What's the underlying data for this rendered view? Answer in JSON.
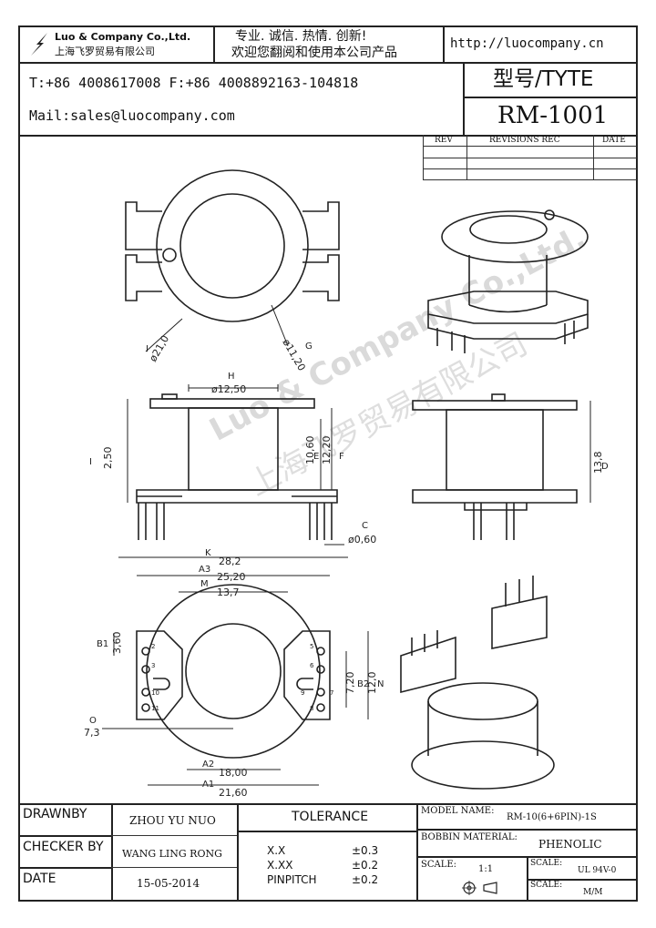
{
  "header": {
    "company_en": "Luo & Company Co.,Ltd.",
    "company_cn": "上海飞罗贸易有限公司",
    "slogan_1": "专业. 诚信.  热情.  创新!",
    "slogan_2": "欢迎您翻阅和使用本公司产品",
    "website": "http://luocompany.cn",
    "phone_fax": "T:+86 4008617008 F:+86 4008892163-104818",
    "mail": "Mail:sales@luocompany.com",
    "type_label": "型号/TYTE",
    "model_code": "RM-1001"
  },
  "revisions": {
    "headers": [
      "REV",
      "REVISIONS REC",
      "DATE"
    ]
  },
  "watermark": {
    "text_en": "Luo & Company Co.,Ltd.",
    "text_cn": "上海飞罗贸易有限公司"
  },
  "dimensions": {
    "top_outer": "ø21,0",
    "top_inner": "ø11,20",
    "top_outer_tag": "I",
    "top_inner_tag": "G",
    "side_top_width": "ø12,50",
    "side_top_width_tag": "H",
    "side_left_height": "2,50",
    "side_left_height_tag": "I",
    "side_inner_a": "10,60",
    "side_inner_a_tag": "E",
    "side_inner_b": "12,20",
    "side_inner_b_tag": "F",
    "pin_dia": "ø0,60",
    "pin_dia_tag": "C",
    "side_right_height": "13,8",
    "side_right_height_tag": "D",
    "bot_k": "28,2",
    "bot_k_tag": "K",
    "bot_a3": "25,20",
    "bot_a3_tag": "A3",
    "bot_m": "13,7",
    "bot_m_tag": "M",
    "bot_b1": "3,60",
    "bot_b1_tag": "B1",
    "bot_o": "7,3",
    "bot_o_tag": "O",
    "bot_b2": "7,20",
    "bot_b2_tag": "B2",
    "bot_n": "12,0",
    "bot_n_tag": "N",
    "bot_a2": "18,00",
    "bot_a2_tag": "A2",
    "bot_a1": "21,60",
    "bot_a1_tag": "A1",
    "pins_left": [
      "2",
      "3",
      "10",
      "11"
    ],
    "pins_right": [
      "5",
      "6",
      "9",
      "7",
      "8"
    ]
  },
  "title_block": {
    "drawnby_label": "DRAWNBY",
    "drawnby_value": "ZHOU YU NUO",
    "checker_label": "CHECKER BY",
    "checker_value": "WANG LING RONG",
    "date_label": "DATE",
    "date_value": "15-05-2014",
    "tolerance_label": "TOLERANCE",
    "tol_rows": [
      {
        "name": "X.X",
        "value": "±0.3"
      },
      {
        "name": "X.XX",
        "value": "±0.2"
      },
      {
        "name": "PINPITCH",
        "value": "±0.2"
      }
    ],
    "model_label": "MODEL NAME:",
    "model_value": "RM-10(6+6PIN)-1S",
    "bobbin_label": "BOBBIN MATERIAL:",
    "bobbin_value": "PHENOLIC",
    "scale_label": "SCALE:",
    "scale_value": "1:1",
    "scale2_label": "SCALE:",
    "scale2_value": "UL 94V-0",
    "scale3_label": "SCALE:",
    "scale3_value": "M/M"
  }
}
